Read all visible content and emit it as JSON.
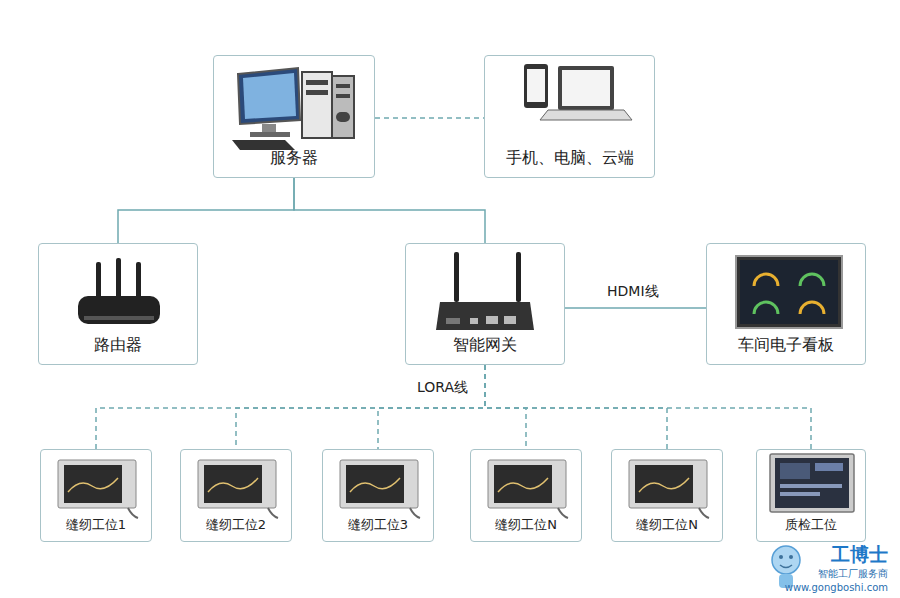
{
  "diagram": {
    "nodes": [
      {
        "text": [
          "服务器"
        ]
      },
      {
        "text": [
          "手机、电脑、云端"
        ]
      },
      {
        "text": [
          "路由器"
        ]
      },
      {
        "text": [
          "智能网关"
        ]
      },
      {
        "text": [
          "车间电子看板"
        ]
      },
      {
        "text": [
          "缝纫工位1"
        ]
      },
      {
        "text": [
          "缝纫工位2"
        ]
      },
      {
        "text": [
          "缝纫工位3"
        ]
      },
      {
        "text": [
          "缝纫工位N"
        ]
      },
      {
        "text": [
          "缝纫工位N"
        ]
      },
      {
        "text": [
          "质检工位"
        ]
      }
    ],
    "edges": [
      {
        "from": 0,
        "to": 1,
        "arrow": "none"
      },
      {
        "from": 0,
        "to": 2,
        "arrow": "none"
      },
      {
        "from": 0,
        "to": 3,
        "arrow": "none"
      },
      {
        "from": 3,
        "to": 4,
        "label": "HDMI线",
        "arrow": "none"
      },
      {
        "from": 3,
        "to": 5,
        "label": "LORA线",
        "arrow": "none"
      },
      {
        "from": 3,
        "to": 6,
        "arrow": "none"
      },
      {
        "from": 3,
        "to": 7,
        "arrow": "none"
      },
      {
        "from": 3,
        "to": 8,
        "arrow": "none"
      },
      {
        "from": 3,
        "to": 9,
        "arrow": "none"
      },
      {
        "from": 3,
        "to": 10,
        "arrow": "none"
      }
    ],
    "labels": [
      "工博士",
      "智能工厂服务商",
      "www.gongboshi.com"
    ]
  }
}
